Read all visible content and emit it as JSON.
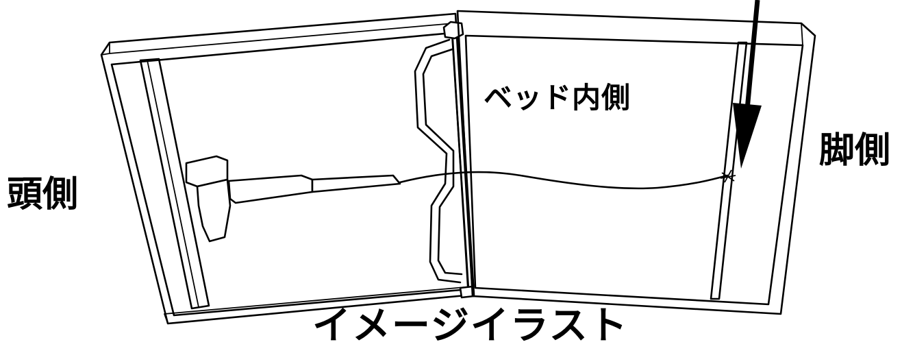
{
  "labels": {
    "inner_side": "ベッド内側",
    "foot_side": "脚側",
    "head_side": "頭側",
    "caption": "イメージイラスト"
  },
  "colors": {
    "ink": "#000000",
    "background": "#ffffff"
  },
  "icons": {
    "pointer": "down-arrow-icon",
    "device": "bed-sensor-device-icon"
  }
}
